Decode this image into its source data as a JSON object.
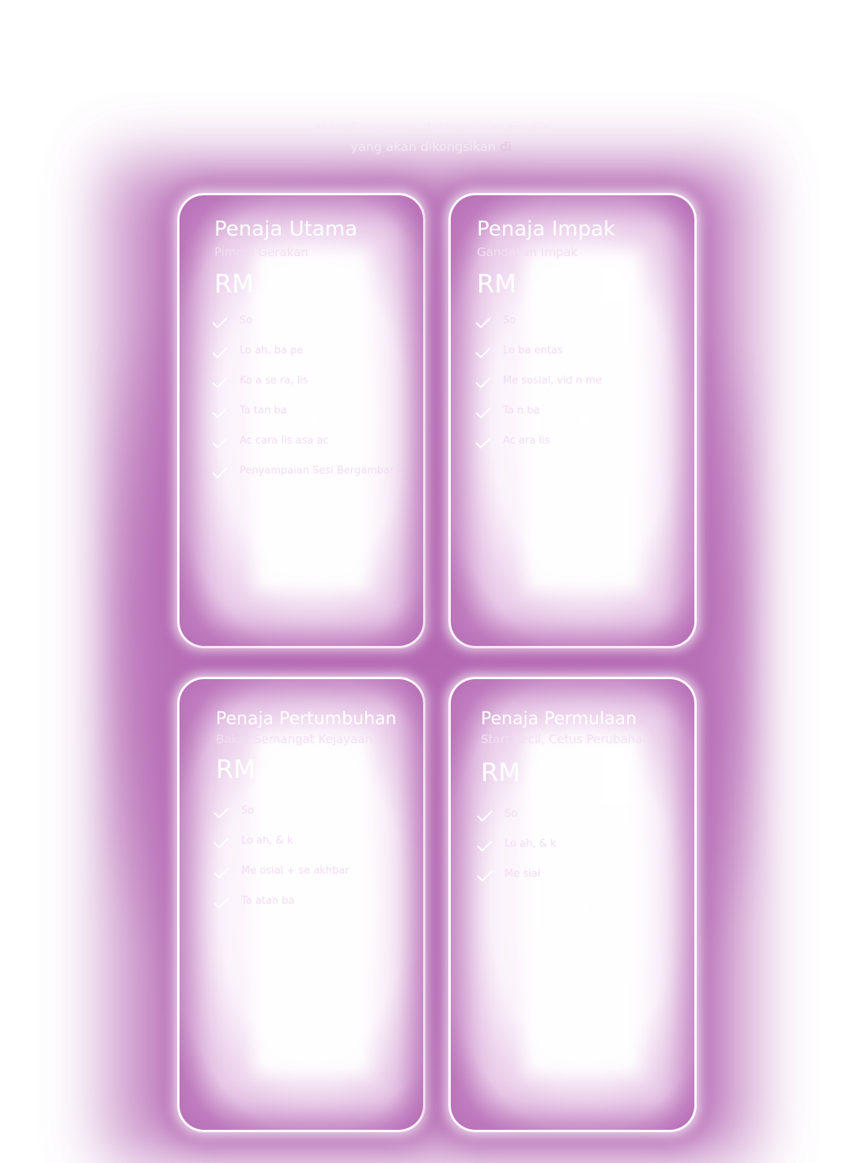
{
  "intro": {
    "line1_part1": "akan dipaparkan dalam siaran media",
    "line2_part1": "yang akan dikongsikan",
    "line2_part2": "di"
  },
  "cards": [
    {
      "title": "Penaja Utama",
      "subtitle": "Pimpin Gerakan",
      "price": "RM",
      "features": [
        "So",
        "Lo ah, ba pe",
        "Ko a se ra, lis",
        "Ta tan ba",
        "Ac cara lis asa ac",
        "Penyampaian Sesi Bergambar"
      ]
    },
    {
      "title": "Penaja Impak",
      "subtitle": "Gandakan Impak",
      "price": "RM",
      "features": [
        "So",
        "Lo ba entas",
        "Me sosial, vid n me",
        "Ta n ba",
        "Ac ara lis"
      ]
    },
    {
      "title": "Penaja Pertumbuhan",
      "subtitle": "Bakar Semangat Kejayaan",
      "price": "RM",
      "features": [
        "So",
        "Lo ah, & k",
        "Me osial + se akhbar",
        "Ta atan ba"
      ]
    },
    {
      "title": "Penaja Permulaan",
      "subtitle": "Start Kecil, Cetus Perubahan",
      "price": "RM",
      "features": [
        "So",
        "Lo ah, & k",
        "Me sial"
      ]
    }
  ]
}
